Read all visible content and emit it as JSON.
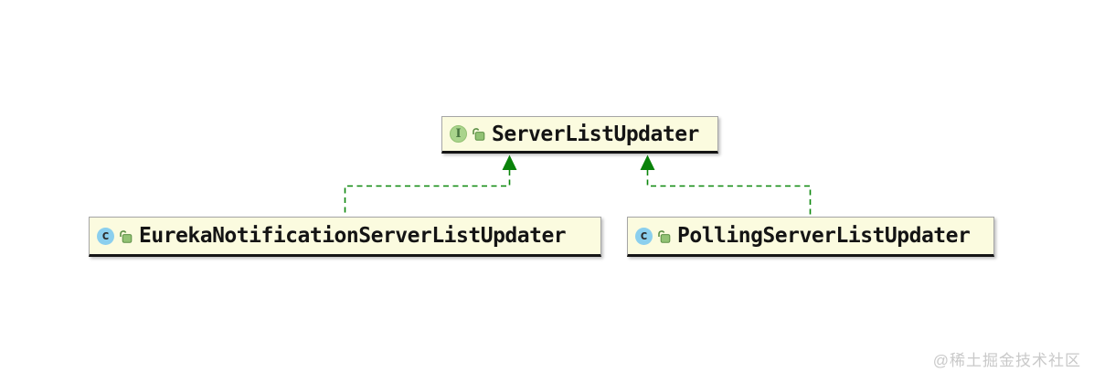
{
  "diagram": {
    "nodes": [
      {
        "id": "server-list-updater",
        "label": "ServerListUpdater",
        "kind": "interface",
        "badge_letter": "I",
        "modifier_icon": "unlocked-padlock-icon"
      },
      {
        "id": "eureka-notification-server-list-updater",
        "label": "EurekaNotificationServerListUpdater",
        "kind": "class",
        "badge_letter": "c",
        "modifier_icon": "unlocked-padlock-icon"
      },
      {
        "id": "polling-server-list-updater",
        "label": "PollingServerListUpdater",
        "kind": "class",
        "badge_letter": "c",
        "modifier_icon": "unlocked-padlock-icon"
      }
    ],
    "edges": [
      {
        "from": "EurekaNotificationServerListUpdater",
        "to": "ServerListUpdater",
        "type": "implements",
        "style": "dashed-green-solid-arrow"
      },
      {
        "from": "PollingServerListUpdater",
        "to": "ServerListUpdater",
        "type": "implements",
        "style": "dashed-green-solid-arrow"
      }
    ],
    "colors": {
      "node_fill": "#fbfbdf",
      "node_border": "#a6a6a6",
      "node_underline": "#151515",
      "edge_green": "#0b870b",
      "interface_badge_fill": "#a9d48c",
      "class_badge_fill": "#8bcfee",
      "lock_green": "#92c274"
    }
  },
  "watermark": {
    "text": "@稀土掘金技术社区"
  }
}
